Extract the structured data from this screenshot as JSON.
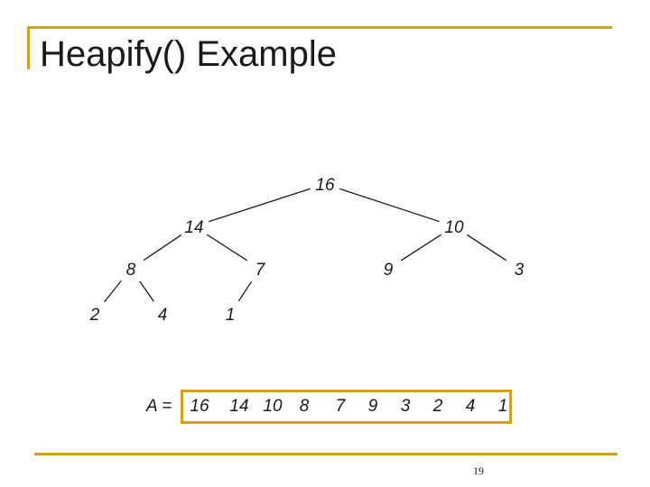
{
  "title": "Heapify() Example",
  "tree": {
    "nodes": [
      {
        "id": "n1",
        "label": "16"
      },
      {
        "id": "n2",
        "label": "14"
      },
      {
        "id": "n3",
        "label": "10"
      },
      {
        "id": "n4",
        "label": "8"
      },
      {
        "id": "n5",
        "label": "7"
      },
      {
        "id": "n6",
        "label": "9"
      },
      {
        "id": "n7",
        "label": "3"
      },
      {
        "id": "n8",
        "label": "2"
      },
      {
        "id": "n9",
        "label": "4"
      },
      {
        "id": "n10",
        "label": "1"
      }
    ],
    "edges": [
      [
        "n1",
        "n2"
      ],
      [
        "n1",
        "n3"
      ],
      [
        "n2",
        "n4"
      ],
      [
        "n2",
        "n5"
      ],
      [
        "n3",
        "n6"
      ],
      [
        "n3",
        "n7"
      ],
      [
        "n4",
        "n8"
      ],
      [
        "n4",
        "n9"
      ],
      [
        "n5",
        "n10"
      ]
    ]
  },
  "array": {
    "label": "A =",
    "values": [
      "16",
      "14",
      "10",
      "8",
      "7",
      "9",
      "3",
      "2",
      "4",
      "1"
    ]
  },
  "page_number": "19",
  "colors": {
    "accent": "#d4a017",
    "text": "#1a1a1a",
    "edge": "#1a1a1a",
    "background": "#ffffff"
  }
}
